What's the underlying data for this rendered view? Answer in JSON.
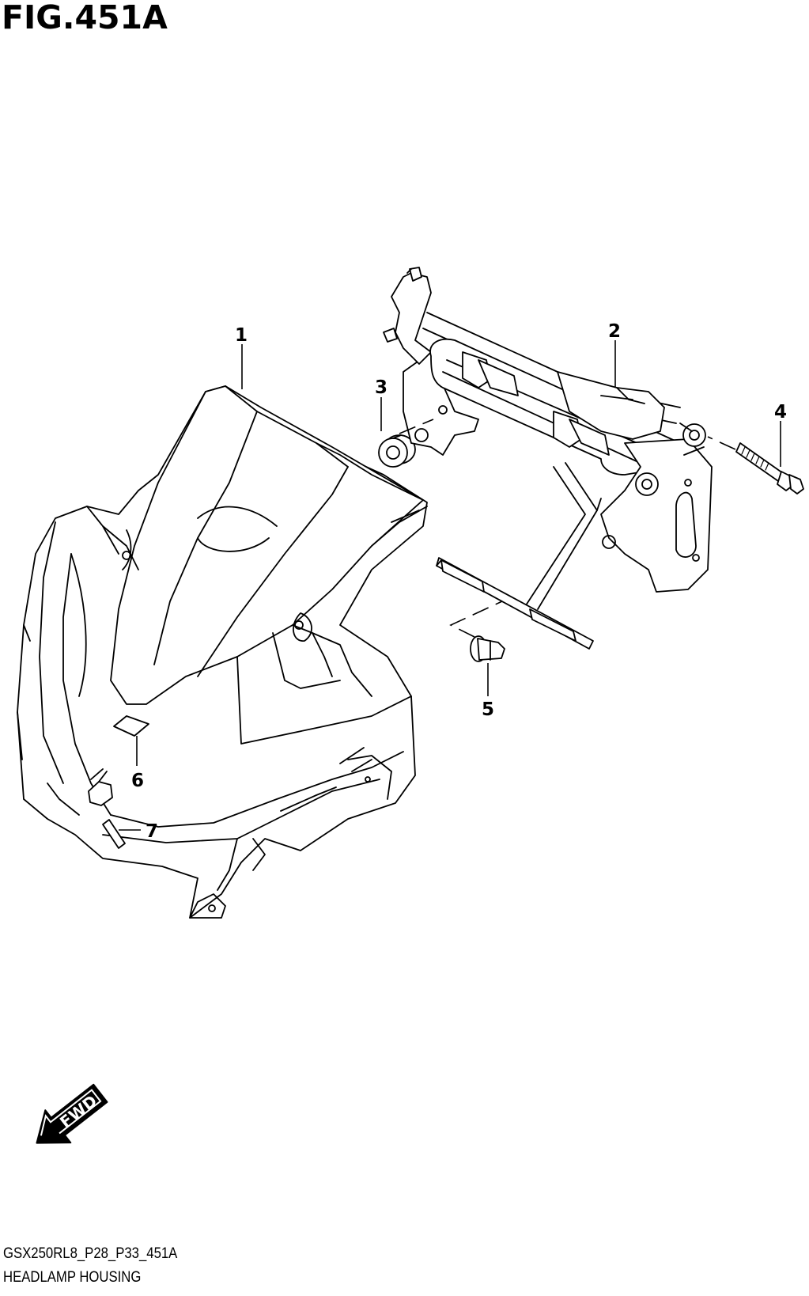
{
  "figure": {
    "title": "FIG.451A",
    "model_code": "GSX250RL8_P28_P33_451A",
    "section_name": "HEADLAMP HOUSING"
  },
  "callouts": [
    {
      "id": "1",
      "label": "1",
      "part": "headlamp-housing-cowl"
    },
    {
      "id": "2",
      "label": "2",
      "part": "headlamp-bracket"
    },
    {
      "id": "3",
      "label": "3",
      "part": "cushion"
    },
    {
      "id": "4",
      "label": "4",
      "part": "bolt"
    },
    {
      "id": "5",
      "label": "5",
      "part": "clip"
    },
    {
      "id": "6",
      "label": "6",
      "part": "cushion-pad"
    },
    {
      "id": "7",
      "label": "7",
      "part": "tape"
    }
  ],
  "fwd_indicator": {
    "label": "FWD"
  },
  "colors": {
    "line": "#000000",
    "background": "#ffffff"
  }
}
